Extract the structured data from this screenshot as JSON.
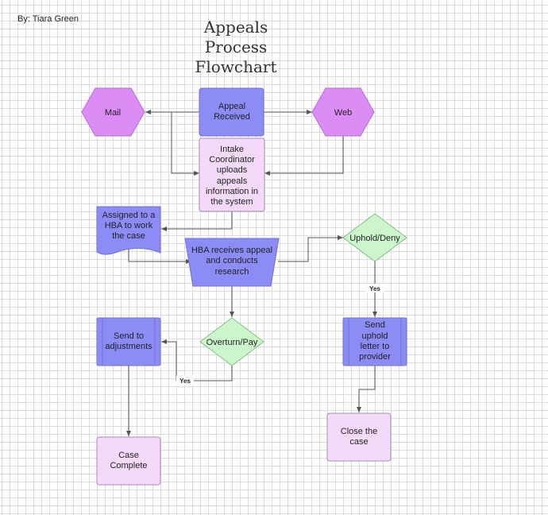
{
  "author": "By: Tiara Green",
  "title_lines": [
    "Appeals",
    "Process",
    "Flowchart"
  ],
  "colors": {
    "blue_fill": "#8c8cf7",
    "blue_stroke": "#6f6fd4",
    "violet_fill": "#db8cf5",
    "violet_stroke": "#b56ad6",
    "pink_fill": "#f4daf9",
    "pink_stroke": "#a98bb4",
    "green_fill": "#ccf5cc",
    "green_stroke": "#7fbf7f",
    "line": "#555555"
  },
  "nodes": {
    "mail": "Mail",
    "web": "Web",
    "appeal_received": [
      "Appeal",
      "Received"
    ],
    "intake": [
      "Intake",
      "Coordinator",
      "uploads",
      "appeals",
      "information in",
      "the system"
    ],
    "assigned": [
      "Assigned to a",
      "HBA to work",
      "the case"
    ],
    "hba_research": [
      "HBA receives appeal",
      "and conducts",
      "research"
    ],
    "uphold_deny": "Uphold/Deny",
    "send_uphold": [
      "Send",
      "uphold",
      "letter to",
      "provider"
    ],
    "close_case": [
      "Close the",
      "case"
    ],
    "overturn_pay": "Overturn/Pay",
    "send_adjustments": [
      "Send to",
      "adjustments"
    ],
    "case_complete": [
      "Case",
      "Complete"
    ]
  },
  "edge_labels": {
    "uphold_yes": "Yes",
    "overturn_yes": "Yes"
  }
}
